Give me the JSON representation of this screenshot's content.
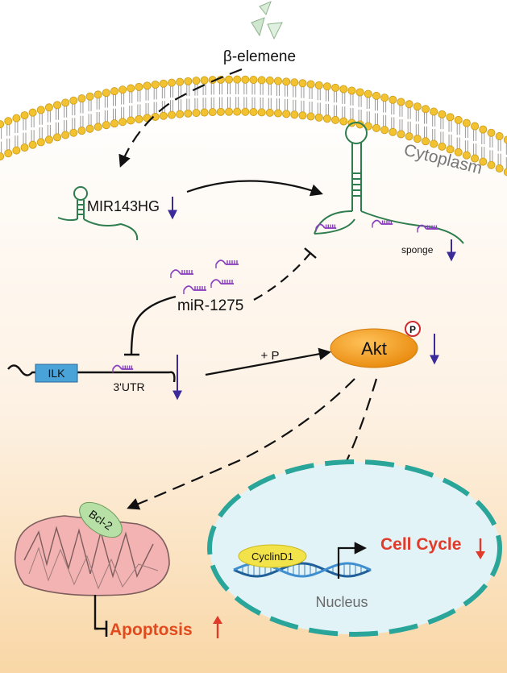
{
  "labels": {
    "drug": "β-elemene",
    "compartment": "Cytoplasm",
    "lncrna": "MIR143HG",
    "sponge": "sponge",
    "mirna": "miR-1275",
    "gene": "ILK",
    "utr": "3'UTR",
    "phospho_step": "+ P",
    "kinase": "Akt",
    "phospho_badge": "P",
    "bcl2": "Bcl-2",
    "cyclin": "CyclinD1",
    "cell_cycle": "Cell Cycle",
    "apoptosis": "Apoptosis",
    "nucleus": "Nucleus"
  },
  "colors": {
    "down_arrow": "#3a2a9a",
    "up_arrow": "#e03a2a",
    "rna_green": "#2e7d4f",
    "mirna_purple": "#8a3fbf",
    "membrane_head": "#f2c230",
    "akt_orange": "#f29a1a",
    "ilk_blue": "#4aa3d8",
    "nucleus_border": "#2aa59a",
    "mito_pink": "#f4b3b3",
    "bcl2_green": "#b7e0a6",
    "cyclin_yellow": "#f2e34a",
    "cell_cycle_red": "#e03a2a",
    "apoptosis_red": "#e24a1e"
  },
  "regulation": {
    "MIR143HG": "down",
    "sponge": "down",
    "ILK": "down",
    "Akt_phospho": "down",
    "Cell Cycle": "down",
    "Apoptosis": "up"
  }
}
